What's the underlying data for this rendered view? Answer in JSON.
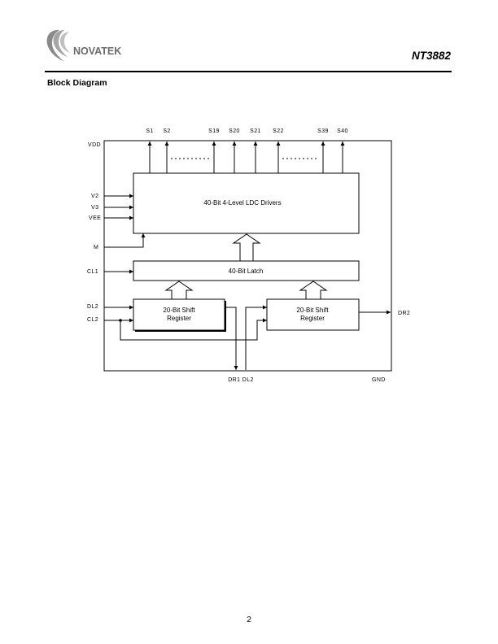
{
  "header": {
    "brand": "NOVATEK",
    "part_number": "NT3882"
  },
  "section_title": "Block Diagram",
  "diagram": {
    "blocks": {
      "drivers": "40-Bit 4-Level LDC Drivers",
      "latch": "40-Bit Latch",
      "shift_left": [
        "20-Bit Shift",
        "Register"
      ],
      "shift_right": [
        "20-Bit Shift",
        "Register"
      ]
    },
    "outputs": [
      "S1",
      "S2",
      "S19",
      "S20",
      "S21",
      "S22",
      "S39",
      "S40"
    ],
    "left_pins": {
      "vdd": "VDD",
      "v2": "V2",
      "v3": "V3",
      "vee": "VEE",
      "m": "M",
      "cl1": "CL1",
      "dl2": "DL2",
      "cl2": "CL2"
    },
    "right_pins": {
      "dr2": "DR2"
    },
    "bottom_pins": {
      "dr1_dl2": "DR1 DL2",
      "gnd": "GND"
    }
  },
  "footer": {
    "page_number": "2"
  }
}
